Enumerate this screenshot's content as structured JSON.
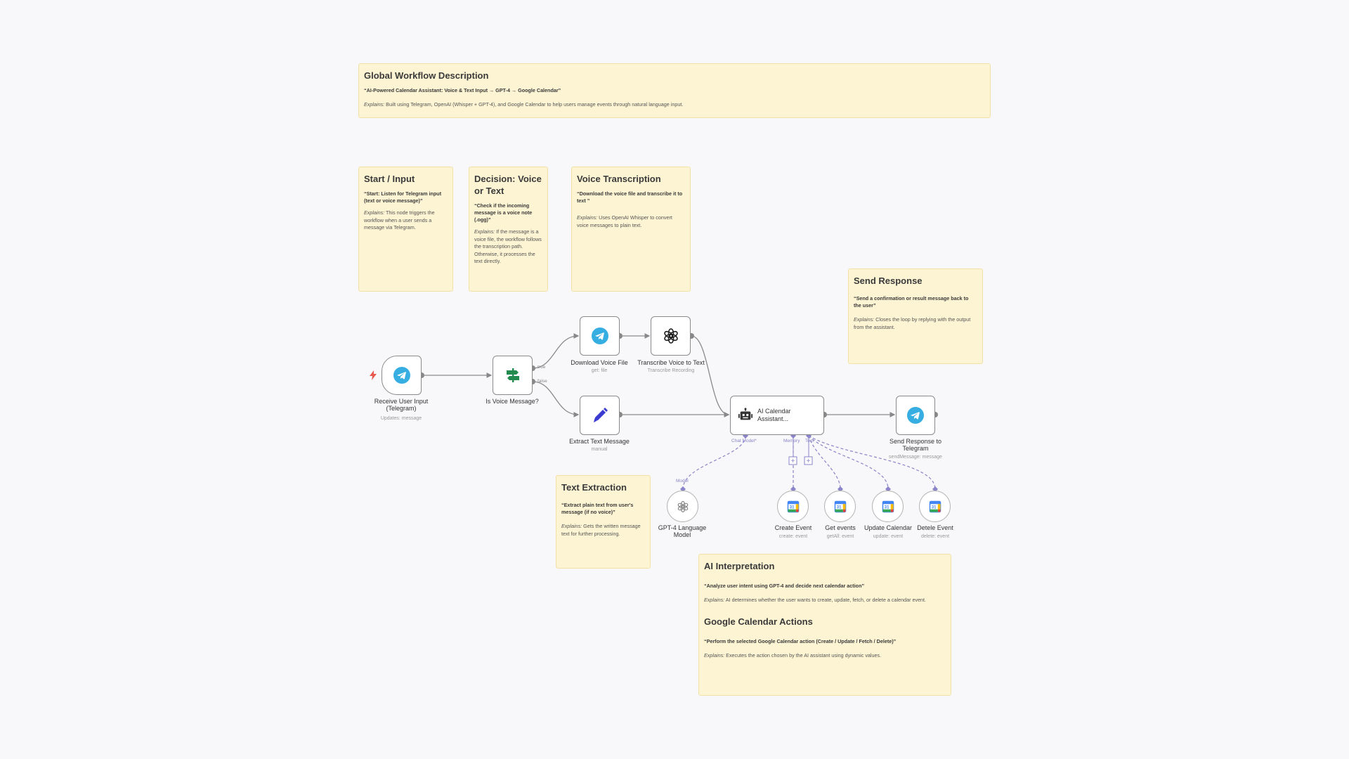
{
  "notes": {
    "global": {
      "title": "Global Workflow Description",
      "quote": "“AI-Powered Calendar Assistant: Voice & Text Input → GPT-4 → Google Calendar”",
      "explains_label": "Explains:",
      "explains": "Built using Telegram, OpenAI (Whisper + GPT-4), and Google Calendar to help users manage events through natural language input."
    },
    "start": {
      "title": "Start / Input",
      "quote": "“Start: Listen for Telegram input (text or voice message)”",
      "explains_label": "Explains:",
      "explains": "This node triggers the workflow when a user sends a message via Telegram."
    },
    "decision": {
      "title": "Decision: Voice or Text",
      "quote": "“Check if the incoming message is a voice note (.ogg)”",
      "explains_label": "Explains:",
      "explains": "If the message is a voice file, the workflow follows the transcription path. Otherwise, it processes the text directly."
    },
    "voice": {
      "title": "Voice Transcription",
      "quote": "“Download the voice file and transcribe it to text ”",
      "explains_label": "Explains:",
      "explains": "Uses OpenAI Whisper to convert voice messages to plain text."
    },
    "send": {
      "title": "Send Response",
      "quote": "“Send a confirmation or result message back to the user”",
      "explains_label": "Explains:",
      "explains": "Closes the loop by replying with the output from the assistant."
    },
    "text_extraction": {
      "title": "Text Extraction",
      "quote": "“Extract plain text from user's message (if no voice)”",
      "explains_label": "Explains:",
      "explains": "Gets the written message text for further processing."
    },
    "ai": {
      "title": "AI Interpretation",
      "quote": "“Analyze user intent using GPT-4 and decide next calendar action”",
      "explains_label": "Explains:",
      "explains": "AI determines whether the user wants to create, update, fetch, or delete a calendar event.",
      "title2": "Google Calendar Actions",
      "quote2": "“Perform the selected Google Calendar action (Create / Update / Fetch / Delete)”",
      "explains2": "Executes the action chosen by the AI assistant using dynamic values."
    }
  },
  "nodes": {
    "receive": {
      "label": "Receive User Input (Telegram)",
      "sub": "Updates: message"
    },
    "is_voice": {
      "label": "Is Voice Message?",
      "true_label": "true",
      "false_label": "false"
    },
    "download": {
      "label": "Download Voice File",
      "sub": "get: file"
    },
    "transcribe": {
      "label": "Transcribe Voice to Text",
      "sub": "Transcribe Recording"
    },
    "extract": {
      "label": "Extract Text Message",
      "sub": "manual"
    },
    "agent": {
      "label": "AI Calendar Assistant...",
      "port_chat": "Chat Model*",
      "port_memory": "Memory",
      "port_tool": "Tool"
    },
    "send": {
      "label": "Send Response to Telegram",
      "sub": "sendMessage: message"
    },
    "gpt4": {
      "label": "GPT-4 Language Model",
      "port_model": "Model"
    },
    "create": {
      "label": "Create Event",
      "sub": "create: event"
    },
    "get": {
      "label": "Get events",
      "sub": "getAll: event"
    },
    "update": {
      "label": "Update Calendar",
      "sub": "update: event"
    },
    "delete": {
      "label": "Detele Event",
      "sub": "delete: event"
    }
  },
  "colors": {
    "telegram": "#37aee2",
    "if_green": "#228b4d",
    "edit_blue": "#3b3bd1",
    "sticky_bg": "#fdf4d3",
    "ai_port": "#8a84c8",
    "trigger_bolt": "#e8584d"
  },
  "icons": {
    "receive": "telegram-icon",
    "is_voice": "if-branch-icon",
    "download": "telegram-icon",
    "transcribe": "openai-icon",
    "extract": "pencil-icon",
    "agent": "robot-icon",
    "send": "telegram-icon",
    "gpt4": "openai-icon",
    "calendar": "google-calendar-icon",
    "trigger": "lightning-icon"
  }
}
